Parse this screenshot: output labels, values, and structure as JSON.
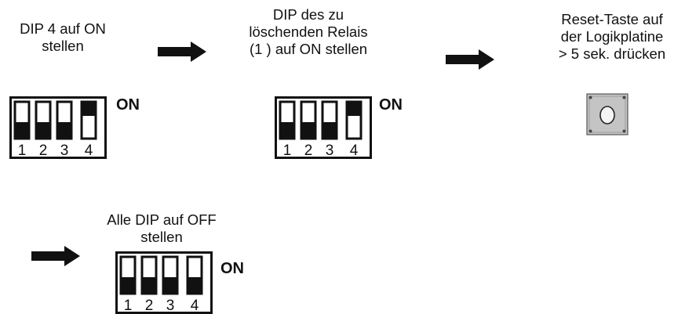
{
  "steps": [
    {
      "caption": [
        "DIP 4 auf ON",
        "stellen"
      ],
      "on_label": "ON",
      "switch_numbers": [
        "1",
        "2",
        "3",
        "4"
      ],
      "switch_states": [
        "off",
        "off",
        "off",
        "on"
      ]
    },
    {
      "caption": [
        "DIP des zu",
        "löschenden Relais",
        "(1 ) auf ON stellen"
      ],
      "on_label": "ON",
      "switch_numbers": [
        "1",
        "2",
        "3",
        "4"
      ],
      "switch_states": [
        "off",
        "off",
        "off",
        "on"
      ]
    },
    {
      "caption": [
        "Reset-Taste auf",
        "der Logikplatine",
        "> 5 sek. drücken"
      ],
      "icon": "reset-button-icon"
    },
    {
      "caption": [
        "Alle DIP auf OFF",
        "stellen"
      ],
      "on_label": "ON",
      "switch_numbers": [
        "1",
        "2",
        "3",
        "4"
      ],
      "switch_states": [
        "off",
        "off",
        "off",
        "off"
      ]
    }
  ],
  "icons": {
    "arrow": "right-arrow-icon",
    "dip": "dip-switch-icon",
    "reset": "reset-button-icon"
  },
  "colors": {
    "ink": "#111111",
    "reset_plate": "#c4c4c4"
  }
}
